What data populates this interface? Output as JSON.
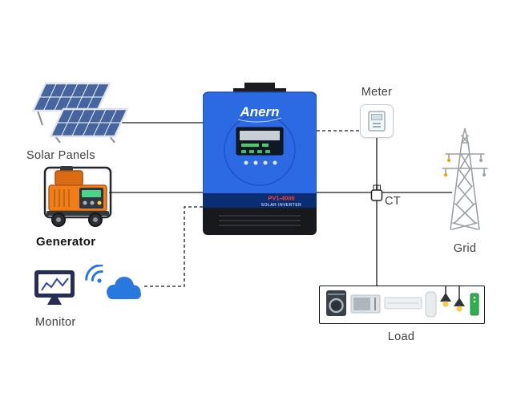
{
  "labels": {
    "solar_panels": "Solar Panels",
    "generator": "Generator",
    "monitor": "Monitor",
    "meter": "Meter",
    "ct": "CT",
    "grid": "Grid",
    "load": "Load"
  },
  "inverter": {
    "brand": "Anern",
    "model": "PV1-4000",
    "type_label": "SOLAR INVERTER"
  },
  "colors": {
    "inverter_blue": "#2b6ae3",
    "inverter_band": "#0b2d73",
    "model_red": "#ff4136",
    "generator_orange": "#ef7d1a",
    "cloud_blue": "#2878e0",
    "panel_blue": "#46659e",
    "tower_gray": "#9aa0a6",
    "wire": "#1a1a1a"
  }
}
